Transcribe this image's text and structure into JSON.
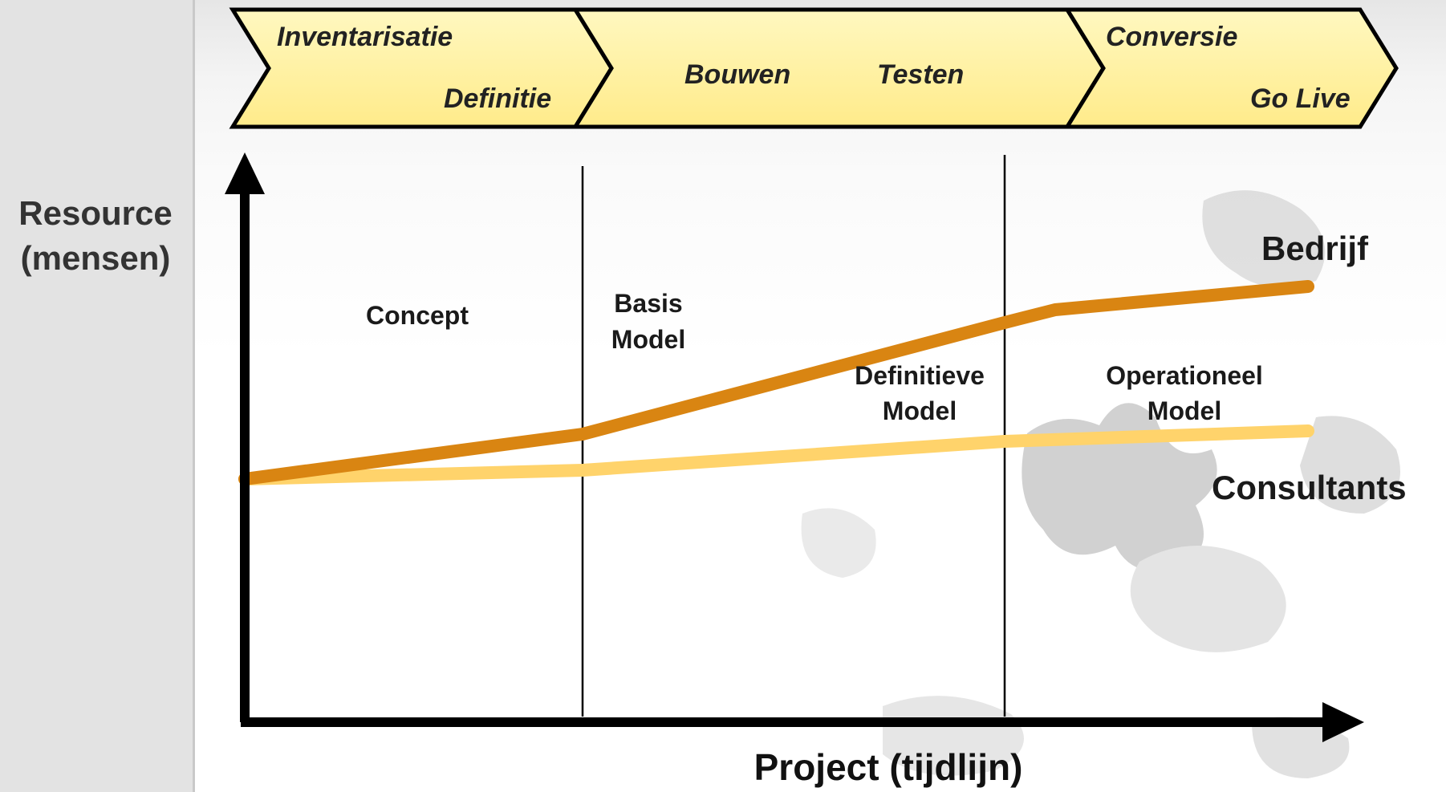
{
  "y_axis_title": [
    "Resource",
    "(mensen)"
  ],
  "x_axis_title": "Project (tijdlijn)",
  "phases": [
    {
      "top": "Inventarisatie",
      "bottom": "Definitie"
    },
    {
      "left": "Bouwen",
      "right": "Testen"
    },
    {
      "top": "Conversie",
      "bottom": "Go Live"
    }
  ],
  "stages": [
    {
      "lines": [
        "Concept"
      ]
    },
    {
      "lines": [
        "Basis",
        "Model"
      ]
    },
    {
      "lines": [
        "Definitieve",
        "Model"
      ]
    },
    {
      "lines": [
        "Operationeel",
        "Model"
      ]
    }
  ],
  "series": [
    {
      "name": "Bedrijf",
      "color": "#D98512"
    },
    {
      "name": "Consultants",
      "color": "#FFD36B"
    }
  ],
  "colors": {
    "chevron_fill": "#FFF3A3",
    "chevron_stroke": "#000000",
    "axis": "#000000"
  }
}
